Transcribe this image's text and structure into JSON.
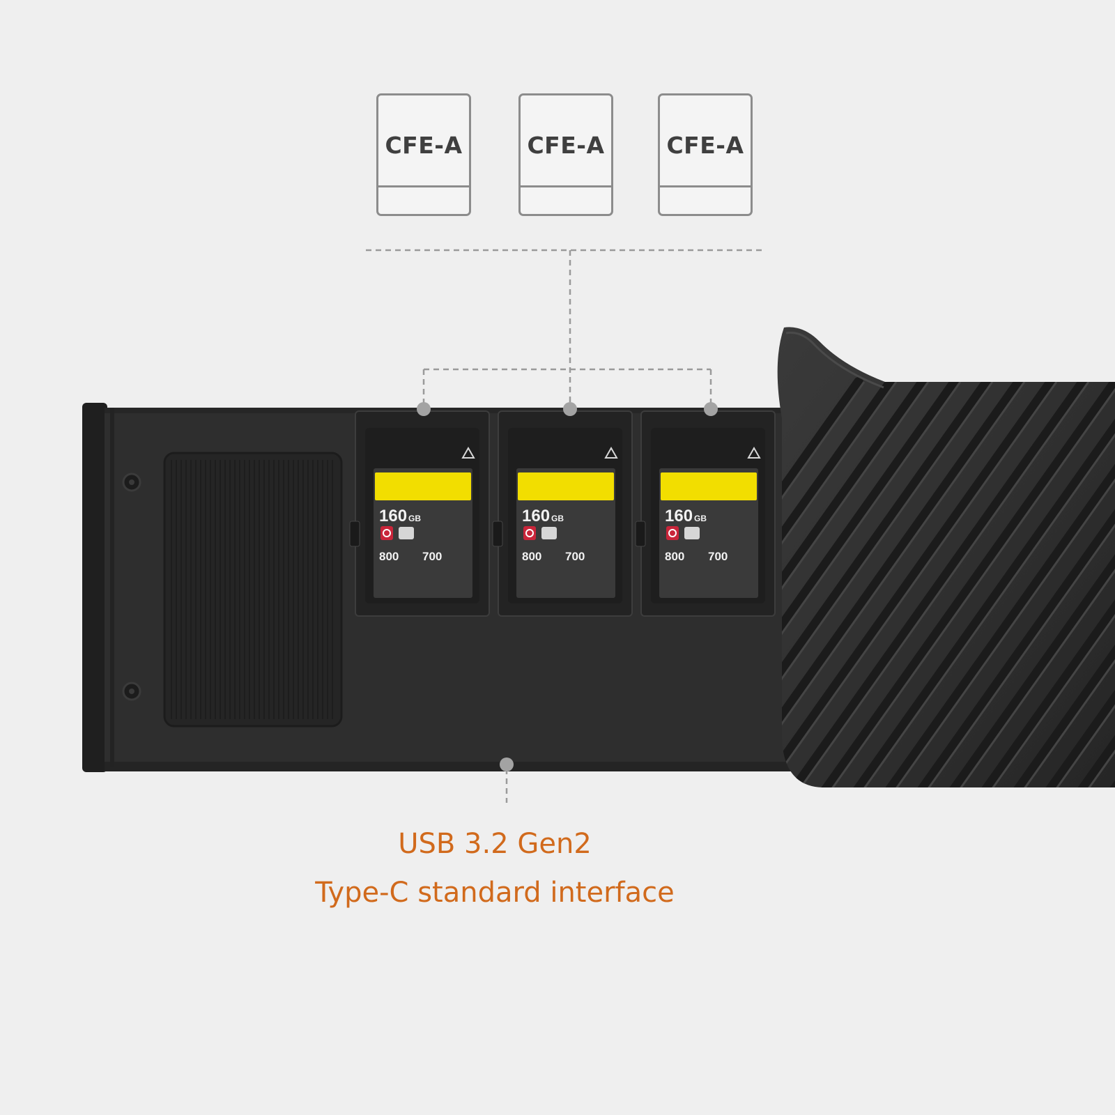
{
  "slots": [
    {
      "label": "CFE-A"
    },
    {
      "label": "CFE-A"
    },
    {
      "label": "CFE-A"
    }
  ],
  "cards": [
    {
      "capacity": "160",
      "capacity_unit": "GB",
      "read": "800",
      "write": "700"
    },
    {
      "capacity": "160",
      "capacity_unit": "GB",
      "read": "800",
      "write": "700"
    },
    {
      "capacity": "160",
      "capacity_unit": "GB",
      "read": "800",
      "write": "700"
    }
  ],
  "interface": {
    "line1": "USB 3.2 Gen2",
    "line2": "Type-C standard interface"
  },
  "colors": {
    "background": "#efefef",
    "device": "#2e2e2e",
    "card_label": "#f2de00",
    "caption": "#d16a1c",
    "slot_outline": "#8c8c8c"
  },
  "icons": [
    "warning-triangle-icon",
    "g-series-badge-icon",
    "vpg-badge-icon",
    "usb-port-marker-icon"
  ]
}
